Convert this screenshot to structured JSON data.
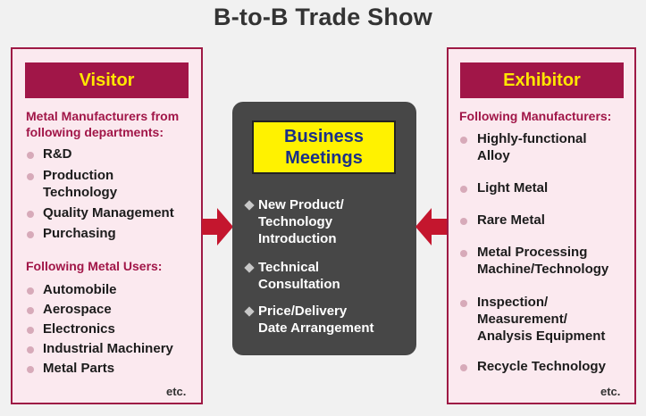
{
  "title": "B-to-B Trade Show",
  "visitor": {
    "header": "Visitor",
    "section1_heading": [
      "Metal Manufacturers from",
      "following departments:"
    ],
    "section1_items": [
      [
        "R&D"
      ],
      [
        "Production",
        "Technology"
      ],
      [
        "Quality Management"
      ],
      [
        "Purchasing"
      ]
    ],
    "section2_heading": "Following Metal Users:",
    "section2_items": [
      [
        "Automobile"
      ],
      [
        "Aerospace"
      ],
      [
        "Electronics"
      ],
      [
        "Industrial Machinery"
      ],
      [
        "Metal Parts"
      ]
    ],
    "etc": "etc."
  },
  "center": {
    "header": [
      "Business",
      "Meetings"
    ],
    "items": [
      [
        "New Product/",
        "Technology",
        "Introduction"
      ],
      [
        "Technical",
        "Consultation"
      ],
      [
        "Price/Delivery",
        "Date Arrangement"
      ]
    ]
  },
  "exhibitor": {
    "header": "Exhibitor",
    "heading": "Following Manufacturers:",
    "items": [
      [
        "Highly-functional",
        "Alloy"
      ],
      [
        "Light Metal"
      ],
      [
        "Rare Metal"
      ],
      [
        "Metal Processing",
        "Machine/Technology"
      ],
      [
        "Inspection/",
        "Measurement/",
        "Analysis Equipment"
      ],
      [
        "Recycle Technology"
      ]
    ],
    "etc": "etc."
  },
  "colors": {
    "accent": "#a11648",
    "header_text": "#ffe600",
    "panel_bg": "#fbe9ef",
    "center_bg": "#474747",
    "business_bg": "#fff200",
    "business_text": "#1a2f88",
    "arrow": "#c4162e"
  }
}
